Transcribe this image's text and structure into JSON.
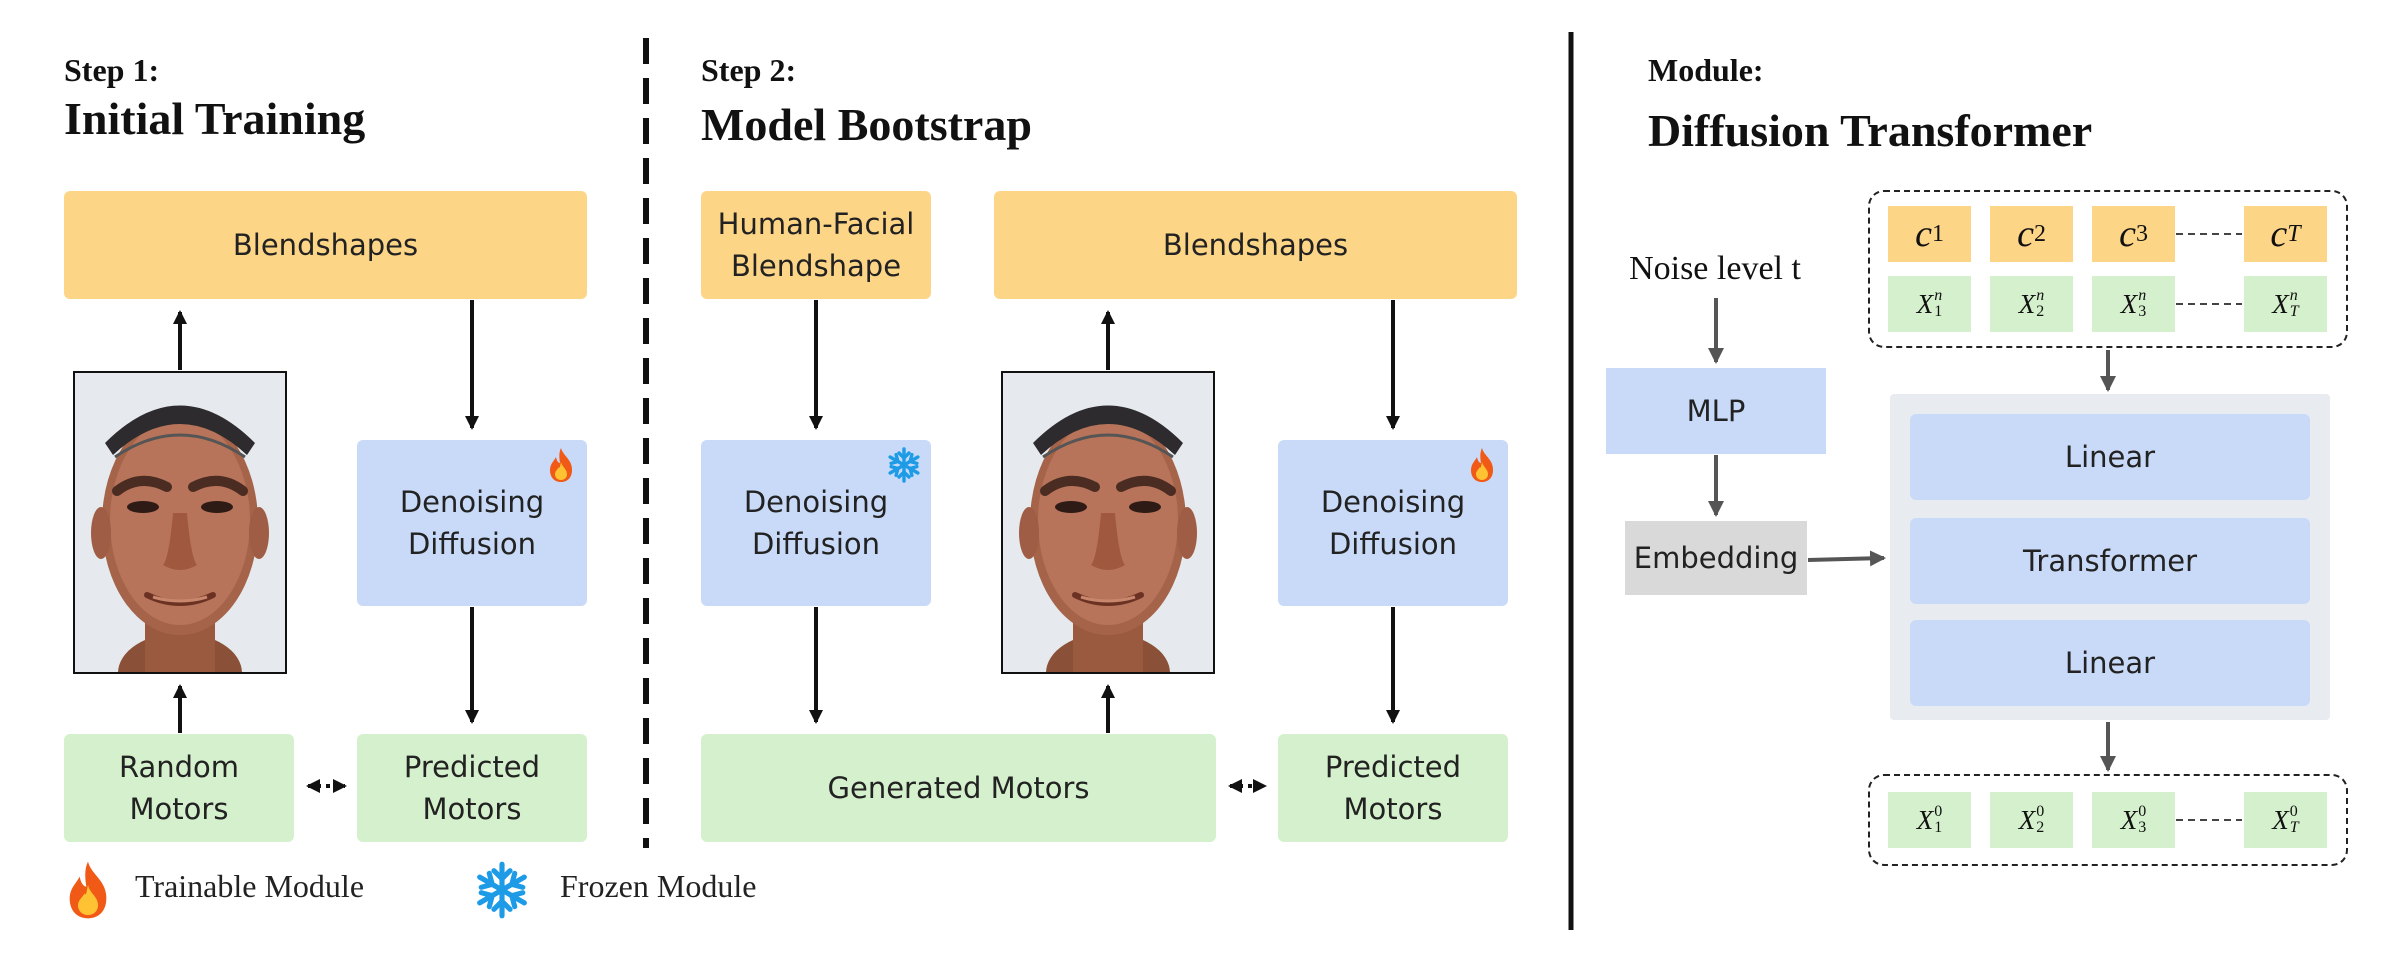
{
  "step1": {
    "label": "Step 1:",
    "title": "Initial Training",
    "blendshapes": "Blendshapes",
    "denoising": [
      "Denoising",
      "Diffusion"
    ],
    "random_motors": [
      "Random",
      "Motors"
    ],
    "predicted_motors": [
      "Predicted",
      "Motors"
    ],
    "denoising_icon": "flame-icon"
  },
  "step2": {
    "label": "Step 2:",
    "title": "Model Bootstrap",
    "human_blendshape": [
      "Human-Facial",
      "Blendshape"
    ],
    "blendshapes": "Blendshapes",
    "frozen_denoising": [
      "Denoising",
      "Diffusion"
    ],
    "trainable_denoising": [
      "Denoising",
      "Diffusion"
    ],
    "generated_motors": "Generated Motors",
    "predicted_motors": [
      "Predicted",
      "Motors"
    ],
    "frozen_icon": "snowflake-icon",
    "trainable_icon": "flame-icon"
  },
  "module": {
    "label": "Module:",
    "title": "Diffusion Transformer",
    "noise_level": "Noise level t",
    "mlp": "MLP",
    "embedding": "Embedding",
    "layers": [
      "Linear",
      "Transformer",
      "Linear"
    ],
    "cond_tokens": [
      {
        "base": "c",
        "sub": "1"
      },
      {
        "base": "c",
        "sub": "2"
      },
      {
        "base": "c",
        "sub": "3"
      },
      {
        "base": "c",
        "sub": "T"
      }
    ],
    "noisy_tokens": [
      {
        "base": "X",
        "sub": "1",
        "sup": "n"
      },
      {
        "base": "X",
        "sub": "2",
        "sup": "n"
      },
      {
        "base": "X",
        "sub": "3",
        "sup": "n"
      },
      {
        "base": "X",
        "sub": "T",
        "sup": "n"
      }
    ],
    "clean_tokens": [
      {
        "base": "X",
        "sub": "1",
        "sup": "0"
      },
      {
        "base": "X",
        "sub": "2",
        "sup": "0"
      },
      {
        "base": "X",
        "sub": "3",
        "sup": "0"
      },
      {
        "base": "X",
        "sub": "T",
        "sup": "0"
      }
    ]
  },
  "legend": {
    "trainable": "Trainable Module",
    "frozen": "Frozen Module",
    "trainable_icon": "flame-icon",
    "frozen_icon": "snowflake-icon"
  },
  "colors": {
    "blendshape": "#fdd587",
    "diffusion": "#c9daf8",
    "motors": "#d5f0cc",
    "embedding": "#d9d9d9",
    "flame": "#f05a16",
    "snowflake": "#1e9be6"
  }
}
